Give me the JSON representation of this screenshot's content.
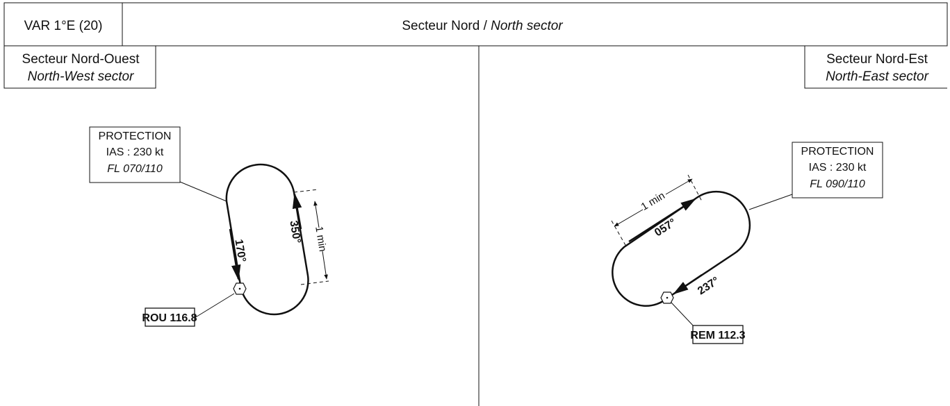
{
  "header": {
    "variation_label": "VAR 1°E (20)",
    "sector_regular": "Secteur Nord / ",
    "sector_italic": "North sector"
  },
  "sectors": {
    "northwest": {
      "fr": "Secteur Nord-Ouest",
      "en": "North-West sector"
    },
    "northeast": {
      "fr": "Secteur Nord-Est",
      "en": "North-East sector"
    }
  },
  "holdings": [
    {
      "id": "rou",
      "protection": {
        "title": "PROTECTION",
        "ias": "IAS : 230 kt",
        "fl": "FL 070/110"
      },
      "inbound_course": "170°",
      "outbound_course": "350°",
      "leg_time": "1 min",
      "navaid_label": "ROU 116.8"
    },
    {
      "id": "rem",
      "protection": {
        "title": "PROTECTION",
        "ias": "IAS : 230 kt",
        "fl": "FL 090/110"
      },
      "inbound_course": "237°",
      "outbound_course": "057°",
      "leg_time": "1 min",
      "navaid_label": "REM 112.3"
    }
  ],
  "colors": {
    "ink": "#111111",
    "background": "#ffffff"
  }
}
